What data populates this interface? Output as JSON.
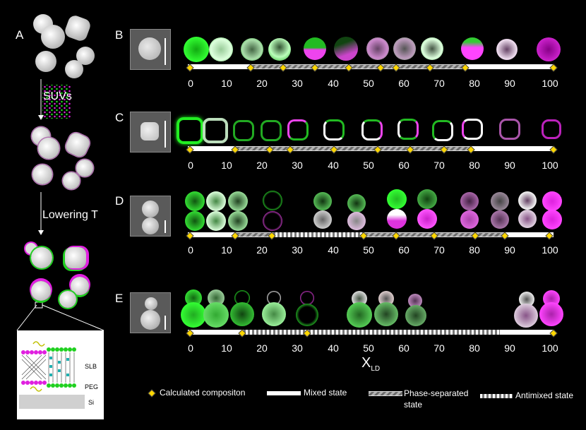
{
  "panel_labels": {
    "a": "A",
    "b": "B",
    "c": "C",
    "d": "D",
    "e": "E"
  },
  "schematic": {
    "step1": "SUVs",
    "step2": "Lowering T",
    "inset_slb": "SLB",
    "inset_peg": "PEG",
    "inset_si": "Si"
  },
  "ticks": [
    "0",
    "10",
    "20",
    "30",
    "40",
    "50",
    "60",
    "70",
    "80",
    "90",
    "100"
  ],
  "xlabel_main": "X",
  "xlabel_sub": "LD",
  "legend": {
    "calc": "Calculated compositon",
    "mixed": "Mixed state",
    "phase1": "Phase-separated",
    "phase2": "state",
    "anti": "Antimixed state"
  },
  "colors": {
    "green": "#22ee22",
    "magenta": "#ee22ee",
    "diamond": "#ffd700"
  }
}
